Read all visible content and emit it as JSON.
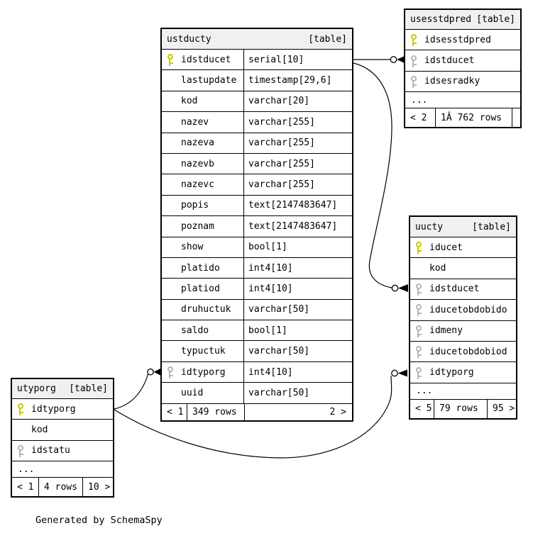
{
  "page": {
    "credit": "Generated by SchemaSpy"
  },
  "colors": {
    "primary_key": "#c9c900",
    "foreign_key": "#b5b5b5",
    "table_header_bg": "#f0f0f0",
    "border": "#000000",
    "background": "#ffffff"
  },
  "relations": [
    {
      "from": "ustducty.idstducet",
      "to": "usesstdpred.idstducet"
    },
    {
      "from": "ustducty.idstducet",
      "to": "uucty.idstducet"
    },
    {
      "from": "utyporg.idtyporg",
      "to": "ustducty.idtyporg"
    },
    {
      "from": "utyporg.idtyporg",
      "to": "uucty.idtyporg"
    }
  ],
  "tables": {
    "ustducty": {
      "name": "ustducty",
      "badge": "[table]",
      "columns": [
        {
          "key": "pk",
          "name": "idstducet",
          "type": "serial[10]"
        },
        {
          "key": "none",
          "name": "lastupdate",
          "type": "timestamp[29,6]"
        },
        {
          "key": "none",
          "name": "kod",
          "type": "varchar[20]"
        },
        {
          "key": "none",
          "name": "nazev",
          "type": "varchar[255]"
        },
        {
          "key": "none",
          "name": "nazeva",
          "type": "varchar[255]"
        },
        {
          "key": "none",
          "name": "nazevb",
          "type": "varchar[255]"
        },
        {
          "key": "none",
          "name": "nazevc",
          "type": "varchar[255]"
        },
        {
          "key": "none",
          "name": "popis",
          "type": "text[2147483647]"
        },
        {
          "key": "none",
          "name": "poznam",
          "type": "text[2147483647]"
        },
        {
          "key": "none",
          "name": "show",
          "type": "bool[1]"
        },
        {
          "key": "none",
          "name": "platido",
          "type": "int4[10]"
        },
        {
          "key": "none",
          "name": "platiod",
          "type": "int4[10]"
        },
        {
          "key": "none",
          "name": "druhuctuk",
          "type": "varchar[50]"
        },
        {
          "key": "none",
          "name": "saldo",
          "type": "bool[1]"
        },
        {
          "key": "none",
          "name": "typuctuk",
          "type": "varchar[50]"
        },
        {
          "key": "fk",
          "name": "idtyporg",
          "type": "int4[10]"
        },
        {
          "key": "none",
          "name": "uuid",
          "type": "varchar[50]"
        }
      ],
      "pager": {
        "prev": "< 1",
        "rows": "349 rows",
        "next": "2 >"
      }
    },
    "usesstdpred": {
      "name": "usesstdpred",
      "badge": "[table]",
      "columns": [
        {
          "key": "pk",
          "name": "idsesstdpred"
        },
        {
          "key": "fk",
          "name": "idstducet"
        },
        {
          "key": "fk",
          "name": "idsesradky"
        }
      ],
      "ellipsis": "...",
      "pager": {
        "prev": "< 2",
        "rows": "1Â 762 rows",
        "next": ""
      }
    },
    "uucty": {
      "name": "uucty",
      "badge": "[table]",
      "columns": [
        {
          "key": "pk",
          "name": "iducet"
        },
        {
          "key": "none",
          "name": "kod"
        },
        {
          "key": "fk",
          "name": "idstducet"
        },
        {
          "key": "fk",
          "name": "iducetobdobido"
        },
        {
          "key": "fk",
          "name": "idmeny"
        },
        {
          "key": "fk",
          "name": "iducetobdobiod"
        },
        {
          "key": "fk",
          "name": "idtyporg"
        }
      ],
      "ellipsis": "...",
      "pager": {
        "prev": "< 5",
        "rows": "79 rows",
        "next": "95 >"
      }
    },
    "utyporg": {
      "name": "utyporg",
      "badge": "[table]",
      "columns": [
        {
          "key": "pk",
          "name": "idtyporg"
        },
        {
          "key": "none",
          "name": "kod"
        },
        {
          "key": "fk",
          "name": "idstatu"
        }
      ],
      "ellipsis": "...",
      "pager": {
        "prev": "< 1",
        "rows": "4 rows",
        "next": "10 >"
      }
    }
  }
}
